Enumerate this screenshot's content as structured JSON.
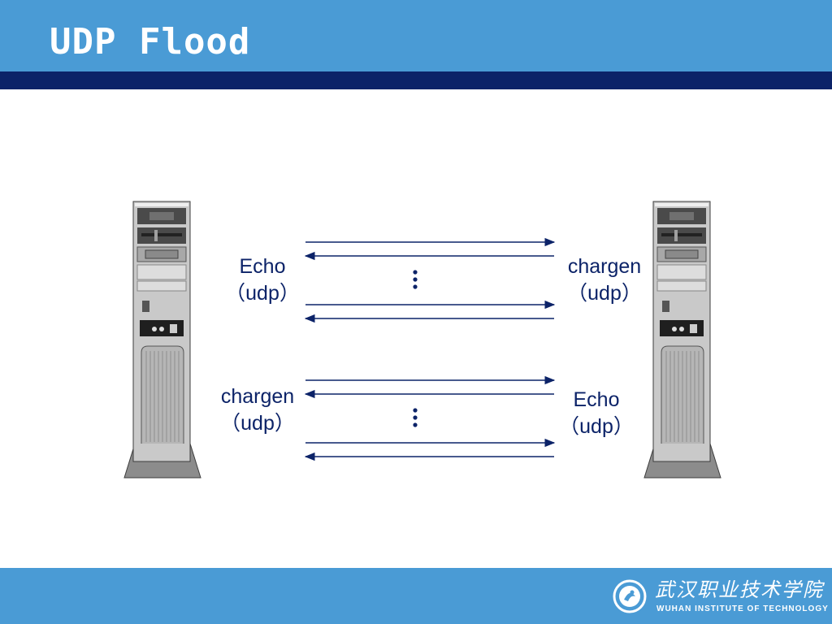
{
  "slide": {
    "title": "UDP Flood"
  },
  "diagram": {
    "left_host": {
      "top_label_line1": "Echo",
      "top_label_line2": "（udp）",
      "bottom_label_line1": "chargen",
      "bottom_label_line2": "（udp）"
    },
    "right_host": {
      "top_label_line1": "chargen",
      "top_label_line2": "（udp）",
      "bottom_label_line1": "Echo",
      "bottom_label_line2": "（udp）"
    },
    "arrow_groups": [
      {
        "directions": [
          "right",
          "left",
          "right",
          "left"
        ],
        "has_ellipsis": true
      },
      {
        "directions": [
          "right",
          "left",
          "right",
          "left"
        ],
        "has_ellipsis": true
      }
    ]
  },
  "footer": {
    "logo_cn": "武汉职业技术学院",
    "logo_en": "WUHAN INSTITUTE OF TECHNOLOGY",
    "logo_icon": "institute-emblem-icon"
  },
  "colors": {
    "header": "#4a9bd5",
    "header_band": "#0c2368",
    "label_text": "#0c2368",
    "arrow": "#0c2368"
  }
}
